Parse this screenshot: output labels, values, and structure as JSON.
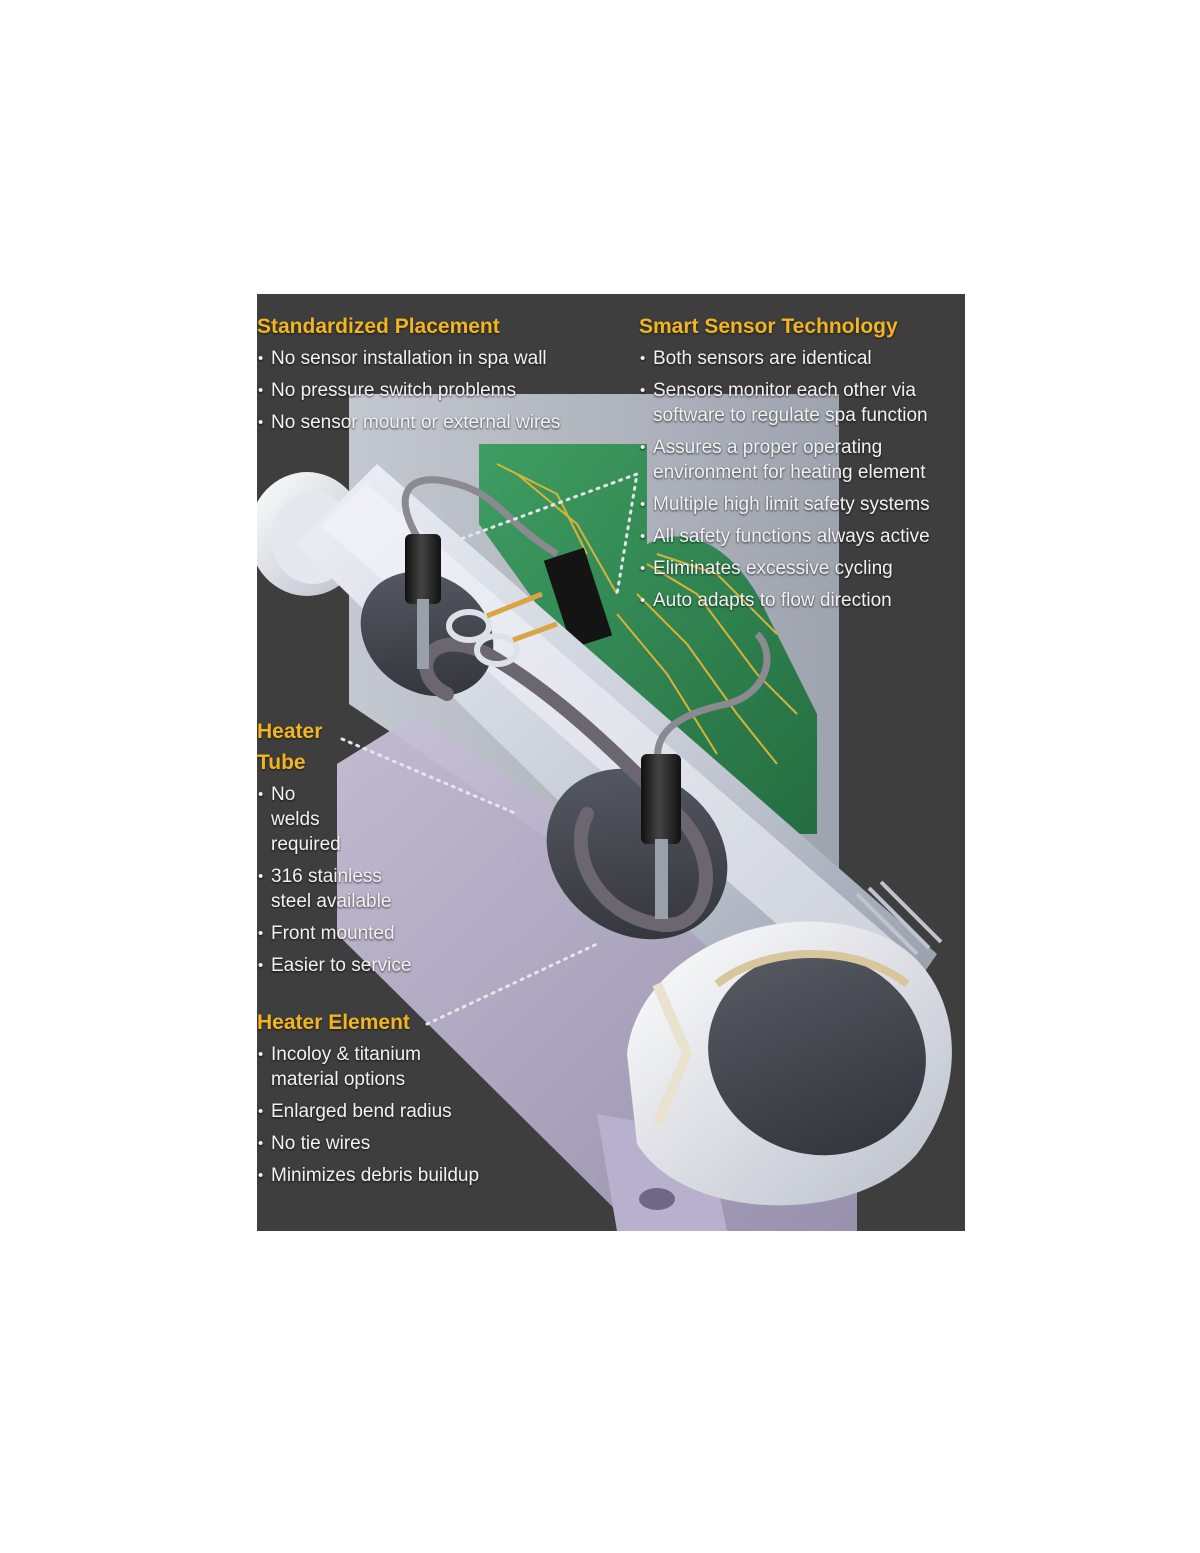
{
  "sections": {
    "placement": {
      "heading": "Standardized Placement",
      "items": [
        "No sensor installation in spa wall",
        "No pressure switch problems",
        "No sensor mount or external wires"
      ]
    },
    "smart_sensor": {
      "heading": "Smart Sensor Technology",
      "items": [
        "Both sensors are identical",
        "Sensors monitor each other via\nsoftware to regulate spa function",
        "Assures a proper operating\nenvironment for heating element",
        "Multiple high limit safety systems",
        "All safety functions always active",
        "Eliminates excessive cycling",
        "Auto adapts to flow direction"
      ]
    },
    "heater_tube": {
      "heading_line1": "Heater",
      "heading_line2": "Tube",
      "items": [
        "No\nwelds\nrequired",
        "316 stainless\nsteel available",
        "Front mounted",
        "Easier to service"
      ]
    },
    "heater_element": {
      "heading": "Heater Element",
      "items": [
        "Incoloy & titanium\nmaterial options",
        "Enlarged bend radius",
        "No tie wires",
        "Minimizes debris buildup"
      ]
    }
  },
  "colors": {
    "background": "#3e3e3e",
    "heading": "#f2b51e",
    "text": "#f2f2f2",
    "circuit_board": "#2f8a52",
    "circuit_trace": "#d9b23c",
    "tube": "#d8dde6",
    "sensor": "#1e1e1e"
  }
}
